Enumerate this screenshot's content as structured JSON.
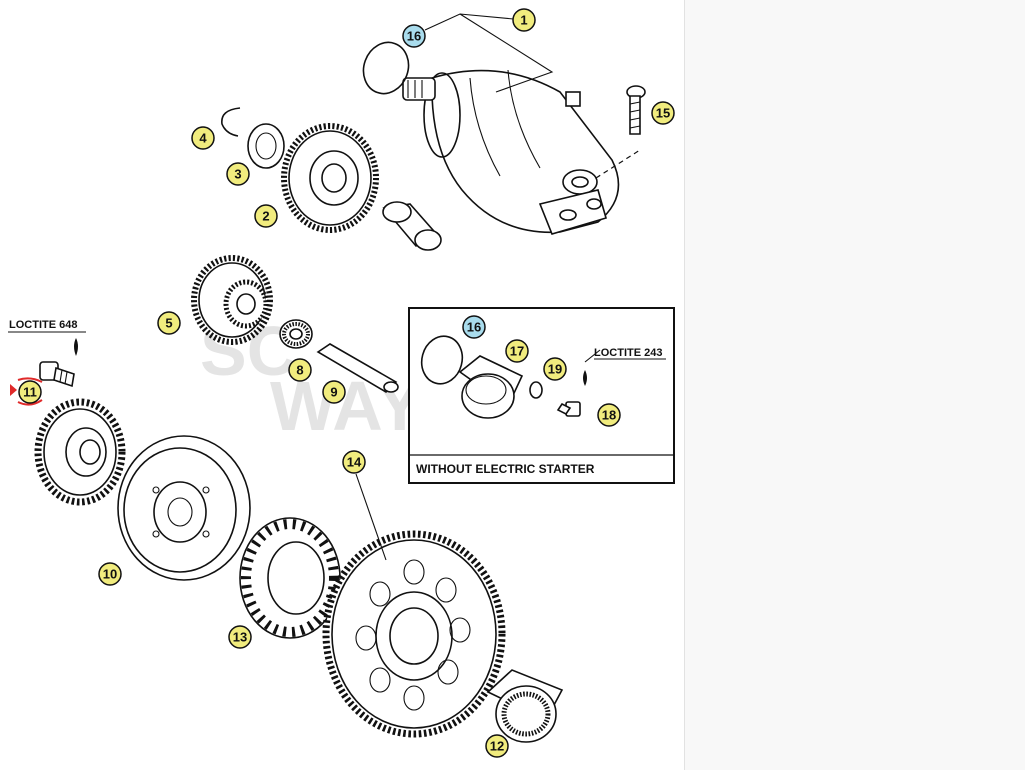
{
  "notes": {
    "loctite_648": "LOCTITE 648",
    "loctite_243": "LOCTITE 243",
    "without_electric_starter": "WITHOUT ELECTRIC STARTER"
  },
  "watermark": {
    "line1": "SC",
    "line2": "WAY"
  },
  "colors": {
    "callout_default": "#f1ec7e",
    "callout_alt": "#a9dced",
    "highlight": "#e02a2a"
  },
  "callouts": [
    {
      "label": "1",
      "part": "starter-motor"
    },
    {
      "label": "2",
      "part": "intermediate-gear"
    },
    {
      "label": "3",
      "part": "washer"
    },
    {
      "label": "4",
      "part": "circlip"
    },
    {
      "label": "5",
      "part": "double-gear"
    },
    {
      "label": "8",
      "part": "needle-bearing"
    },
    {
      "label": "9",
      "part": "shaft"
    },
    {
      "label": "10",
      "part": "flywheel-housing"
    },
    {
      "label": "11",
      "part": "bolt"
    },
    {
      "label": "12",
      "part": "needle-bushing"
    },
    {
      "label": "13",
      "part": "freewheel"
    },
    {
      "label": "14",
      "part": "starter-gear"
    },
    {
      "label": "15",
      "part": "screw"
    },
    {
      "label": "16",
      "part": "o-ring"
    },
    {
      "label": "16",
      "part": "o-ring-alt"
    },
    {
      "label": "17",
      "part": "cover-plug"
    },
    {
      "label": "18",
      "part": "screw-small"
    },
    {
      "label": "19",
      "part": "washer-small"
    }
  ]
}
